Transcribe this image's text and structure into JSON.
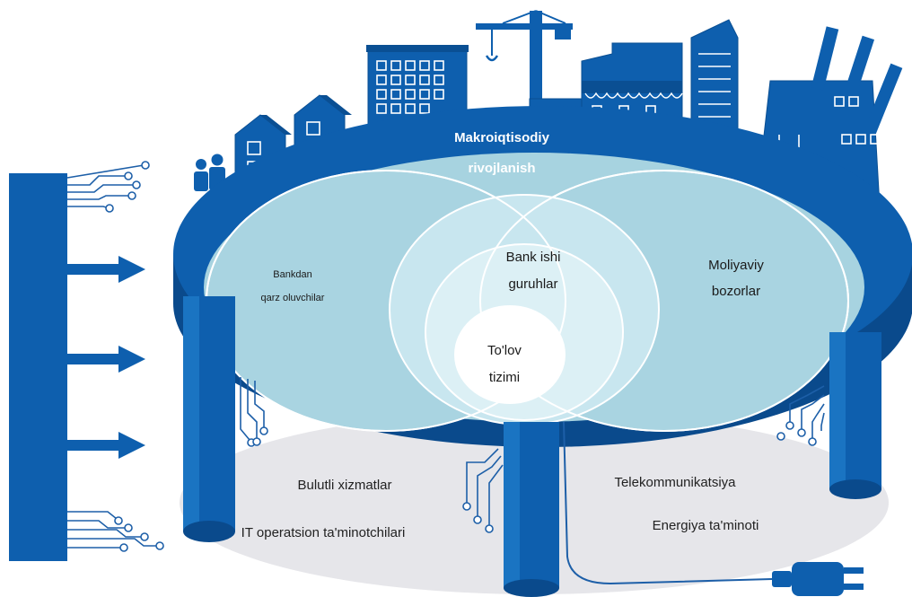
{
  "colors": {
    "primary": "#0e5fae",
    "dark": "#0a4a8c",
    "light_teal": "#a7d3e0",
    "mid_teal": "#c3e2ec",
    "pale": "#ddeff4",
    "floor": "#e6e6ea"
  },
  "labels": {
    "macro_line1": "Makroiqtisodiy",
    "macro_line2": "rivojlanish",
    "borrowers_line1": "Bankdan",
    "borrowers_line2": "qarz oluvchilar",
    "markets_line1": "Moliyaviy",
    "markets_line2": "bozorlar",
    "banking_line1": "Bank ishi",
    "banking_line2": "guruhlar",
    "payment_line1": "To'lov",
    "payment_line2": "tizimi",
    "cloud": "Bulutli xizmatlar",
    "it_suppliers": "IT operatsion ta'minotchilari",
    "telecom": "Telekommunikatsiya",
    "energy": "Energiya ta'minoti"
  },
  "icons": {
    "people": "people-icon",
    "crane": "crane-icon",
    "plug": "power-plug-icon",
    "arrow": "arrow-right-icon"
  }
}
